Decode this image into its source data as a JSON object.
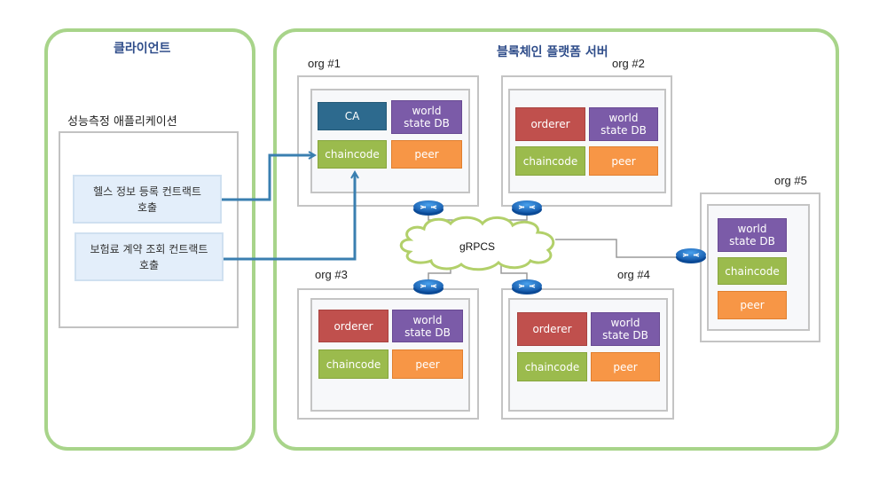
{
  "client_group": {
    "title": "클라이언트",
    "app_title": "성능측정 애플리케이션",
    "calls": [
      {
        "label": "헬스 정보 등록 컨트랙트\n호출"
      },
      {
        "label": "보험료 계약 조회 컨트랙트\n호출"
      }
    ]
  },
  "server_group": {
    "title": "블록체인 플랫폼 서버",
    "network_label": "gRPCS",
    "orgs": [
      {
        "label": "org #1",
        "components": [
          "CA",
          "world\nstate DB",
          "chaincode",
          "peer"
        ]
      },
      {
        "label": "org #2",
        "components": [
          "orderer",
          "world\nstate DB",
          "chaincode",
          "peer"
        ]
      },
      {
        "label": "org #3",
        "components": [
          "orderer",
          "world\nstate DB",
          "chaincode",
          "peer"
        ]
      },
      {
        "label": "org #4",
        "components": [
          "orderer",
          "world\nstate DB",
          "chaincode",
          "peer"
        ]
      },
      {
        "label": "org #5",
        "components": [
          "world\nstate DB",
          "chaincode",
          "peer"
        ]
      }
    ]
  },
  "colors": {
    "group_border": "#a8d48a",
    "title_text": "#2f4d8a",
    "ca": "#2d6a8e",
    "world_state_db": "#7b5ba8",
    "chaincode": "#9bbb4d",
    "peer": "#f79646",
    "orderer": "#c0504d",
    "arrow": "#3a7fb0",
    "router": "#1f6fc4"
  }
}
